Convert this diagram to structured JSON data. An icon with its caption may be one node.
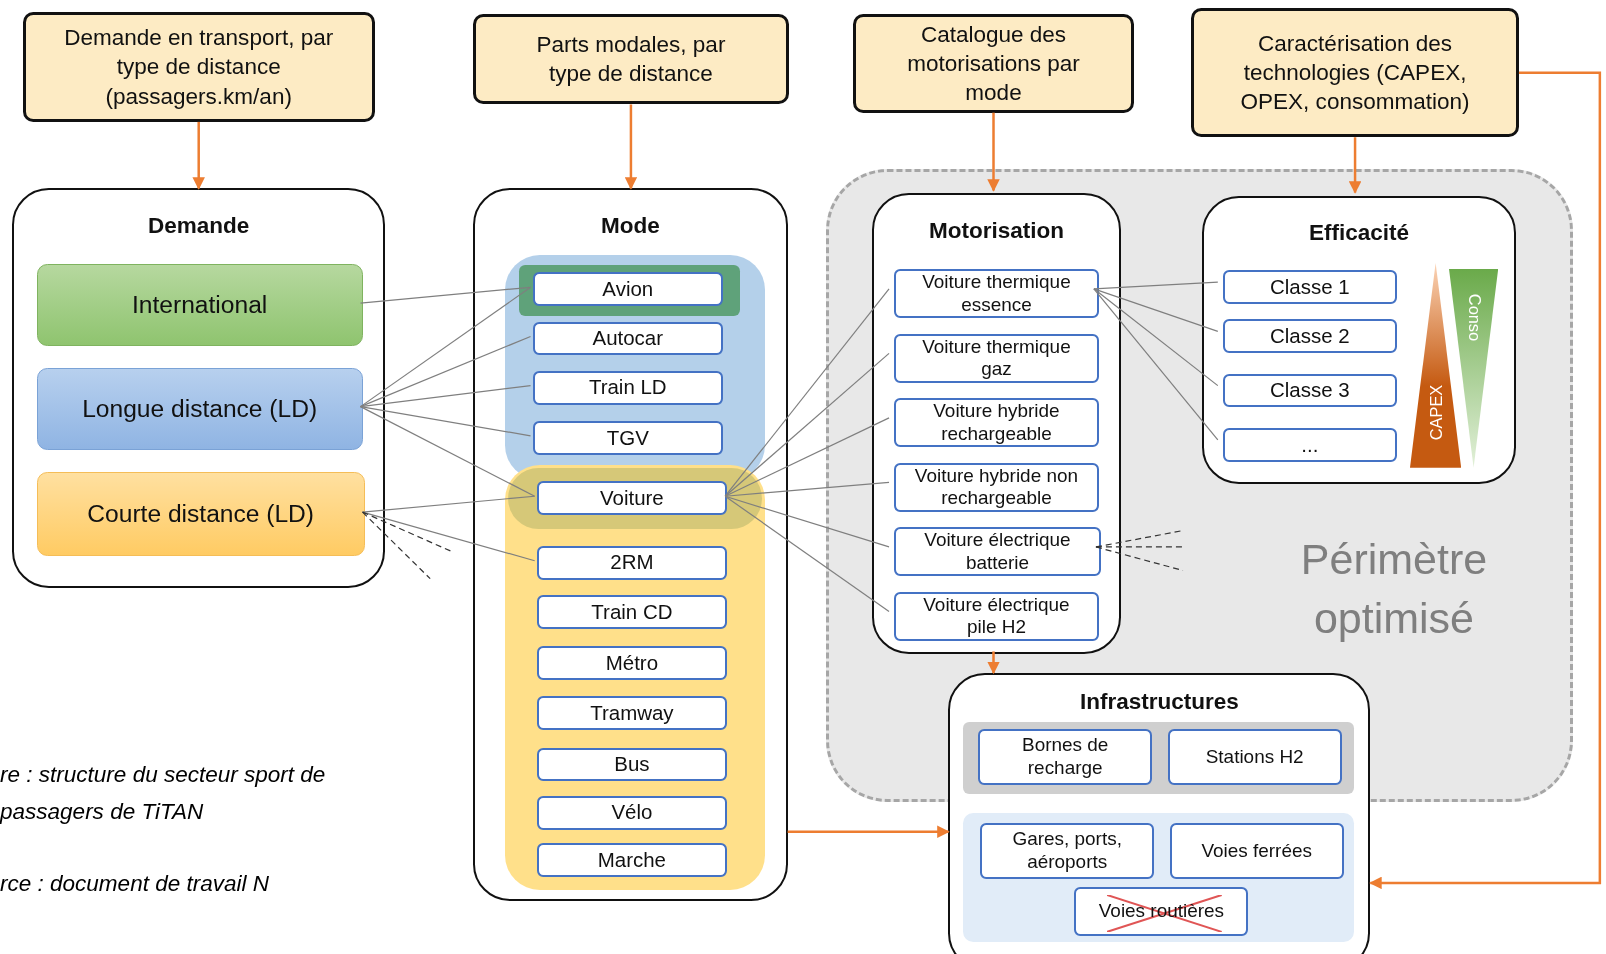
{
  "diagram": {
    "nodes": [
      {
        "text": [
          "Demande en transport, par type de distance (passagers.km/an)"
        ]
      },
      {
        "text": [
          "Parts modales, par type de distance"
        ]
      },
      {
        "text": [
          "Catalogue des motorisations par mode"
        ]
      },
      {
        "text": [
          "Caractérisation des technologies (CAPEX, OPEX, consommation)"
        ]
      },
      {
        "text": [
          "Demande"
        ]
      },
      {
        "text": [
          "International"
        ],
        "in": 4
      },
      {
        "text": [
          "Longue distance (LD)"
        ],
        "in": 4
      },
      {
        "text": [
          "Courte distance (LD)"
        ],
        "in": 4
      },
      {
        "text": [
          "Mode"
        ]
      },
      {
        "text": [
          "Avion"
        ],
        "in": 8
      },
      {
        "text": [
          "Autocar"
        ],
        "in": 8
      },
      {
        "text": [
          "Train LD"
        ],
        "in": 8
      },
      {
        "text": [
          "TGV"
        ],
        "in": 8
      },
      {
        "text": [
          "Voiture"
        ],
        "in": 8
      },
      {
        "text": [
          "2RM"
        ],
        "in": 8
      },
      {
        "text": [
          "Train CD"
        ],
        "in": 8
      },
      {
        "text": [
          "Métro"
        ],
        "in": 8
      },
      {
        "text": [
          "Tramway"
        ],
        "in": 8
      },
      {
        "text": [
          "Bus"
        ],
        "in": 8
      },
      {
        "text": [
          "Vélo"
        ],
        "in": 8
      },
      {
        "text": [
          "Marche"
        ],
        "in": 8
      },
      {
        "text": [
          "Périmètre optimisé"
        ]
      },
      {
        "text": [
          "Motorisation"
        ],
        "in": 21
      },
      {
        "text": [
          "Voiture thermique essence"
        ],
        "in": 22
      },
      {
        "text": [
          "Voiture thermique gaz"
        ],
        "in": 22
      },
      {
        "text": [
          "Voiture hybride rechargeable"
        ],
        "in": 22
      },
      {
        "text": [
          "Voiture hybride non rechargeable"
        ],
        "in": 22
      },
      {
        "text": [
          "Voiture électrique batterie"
        ],
        "in": 22
      },
      {
        "text": [
          "Voiture électrique pile H2"
        ],
        "in": 22
      },
      {
        "text": [
          "Efficacité"
        ],
        "in": 21
      },
      {
        "text": [
          "Classe 1"
        ],
        "in": 29
      },
      {
        "text": [
          "Classe 2"
        ],
        "in": 29
      },
      {
        "text": [
          "Classe 3"
        ],
        "in": 29
      },
      {
        "text": [
          "..."
        ],
        "in": 29
      },
      {
        "text": [
          "CAPEX"
        ],
        "in": 29
      },
      {
        "text": [
          "Conso"
        ],
        "in": 29
      },
      {
        "text": [
          "Infrastructures"
        ]
      },
      {
        "text": [
          "Bornes de recharge"
        ]
      },
      {
        "text": [
          "Stations H2"
        ]
      },
      {
        "text": [
          "Gares, ports, aéroports"
        ],
        "in": 36
      },
      {
        "text": [
          "Voies ferrées"
        ],
        "in": 36
      },
      {
        "text": [
          "Voies routières"
        ],
        "in": 36
      }
    ],
    "edges": [
      {
        "from": 0,
        "to": 4,
        "arrow": "to",
        "color": "#ed7d31"
      },
      {
        "from": 1,
        "to": 8,
        "arrow": "to",
        "color": "#ed7d31"
      },
      {
        "from": 2,
        "to": 22,
        "arrow": "to",
        "color": "#ed7d31"
      },
      {
        "from": 3,
        "to": 29,
        "arrow": "to",
        "color": "#ed7d31"
      },
      {
        "from": 22,
        "to": 36,
        "arrow": "to",
        "color": "#ed7d31"
      },
      {
        "from": 8,
        "to": 36,
        "arrow": "to",
        "color": "#ed7d31"
      },
      {
        "from": 3,
        "to": 36,
        "arrow": "to",
        "color": "#ed7d31"
      },
      {
        "from": 5,
        "to": 9,
        "arrow": "none"
      },
      {
        "from": 6,
        "to": 9,
        "arrow": "none"
      },
      {
        "from": 6,
        "to": 10,
        "arrow": "none"
      },
      {
        "from": 6,
        "to": 11,
        "arrow": "none"
      },
      {
        "from": 6,
        "to": 12,
        "arrow": "none"
      },
      {
        "from": 6,
        "to": 13,
        "arrow": "none"
      },
      {
        "from": 7,
        "to": 13,
        "arrow": "none"
      },
      {
        "from": 7,
        "to": 14,
        "arrow": "none"
      },
      {
        "from": 7,
        "to": null,
        "arrow": "none",
        "style": "dashed",
        "color": "#333333"
      },
      {
        "from": 7,
        "to": null,
        "arrow": "none",
        "style": "dashed",
        "color": "#333333"
      },
      {
        "from": 13,
        "to": 23,
        "arrow": "none"
      },
      {
        "from": 13,
        "to": 24,
        "arrow": "none"
      },
      {
        "from": 13,
        "to": 25,
        "arrow": "none"
      },
      {
        "from": 13,
        "to": 26,
        "arrow": "none"
      },
      {
        "from": 13,
        "to": 27,
        "arrow": "none"
      },
      {
        "from": 13,
        "to": 28,
        "arrow": "none"
      },
      {
        "from": 23,
        "to": 30,
        "arrow": "none"
      },
      {
        "from": 23,
        "to": 31,
        "arrow": "none"
      },
      {
        "from": 23,
        "to": 32,
        "arrow": "none"
      },
      {
        "from": 23,
        "to": 33,
        "arrow": "none"
      },
      {
        "from": 27,
        "to": null,
        "arrow": "none",
        "style": "dashed",
        "color": "#333333"
      },
      {
        "from": 27,
        "to": null,
        "arrow": "none",
        "style": "dashed",
        "color": "#333333"
      },
      {
        "from": 27,
        "to": null,
        "arrow": "none",
        "style": "dashed",
        "color": "#333333"
      }
    ],
    "labels": [
      "re : structure du secteur sport de passagers de TiTAN",
      "rce : document de travail N"
    ]
  }
}
